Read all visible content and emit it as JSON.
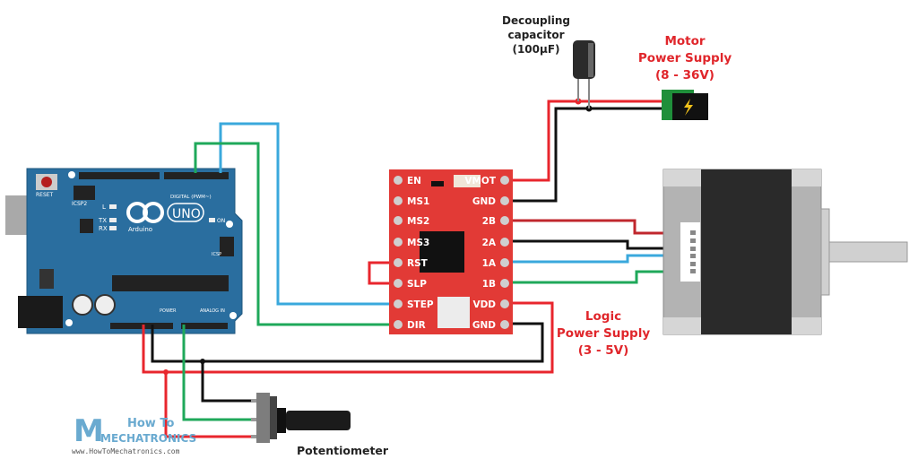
{
  "labels": {
    "capacitor": [
      "Decoupling",
      "capacitor",
      "(100µF)"
    ],
    "motor_supply": [
      "Motor",
      "Power Supply",
      "(8 - 36V)"
    ],
    "logic_supply": [
      "Logic",
      "Power Supply",
      "(3 - 5V)"
    ],
    "potentiometer": "Potentiometer"
  },
  "driver": {
    "left_pins": [
      "EN",
      "MS1",
      "MS2",
      "MS3",
      "RST",
      "SLP",
      "STEP",
      "DIR"
    ],
    "right_pins": [
      "VMOT",
      "GND",
      "2B",
      "2A",
      "1A",
      "1B",
      "VDD",
      "GND"
    ]
  },
  "arduino": {
    "reset": "RESET",
    "icsp2": "ICSP2",
    "l": "L",
    "tx": "TX",
    "rx": "RX",
    "brand": "Arduino",
    "model": "UNO",
    "on": "ON",
    "digital": "DIGITAL (PWM~)",
    "power": "POWER",
    "analog": "ANALOG IN",
    "icsp": "ICSP"
  },
  "watermark": {
    "line1": "How To",
    "line2": "MECHATRONICS",
    "url": "www.HowToMechatronics.com"
  },
  "colors": {
    "red_wire": "#e8262d",
    "coil_red": "#c0272d",
    "black_wire": "#111111",
    "blue_wire": "#3aa8dc",
    "green_wire": "#1fa85a",
    "driver_board": "#e23a36",
    "arduino_board": "#2a6e9f",
    "label_red": "#e0262b"
  }
}
